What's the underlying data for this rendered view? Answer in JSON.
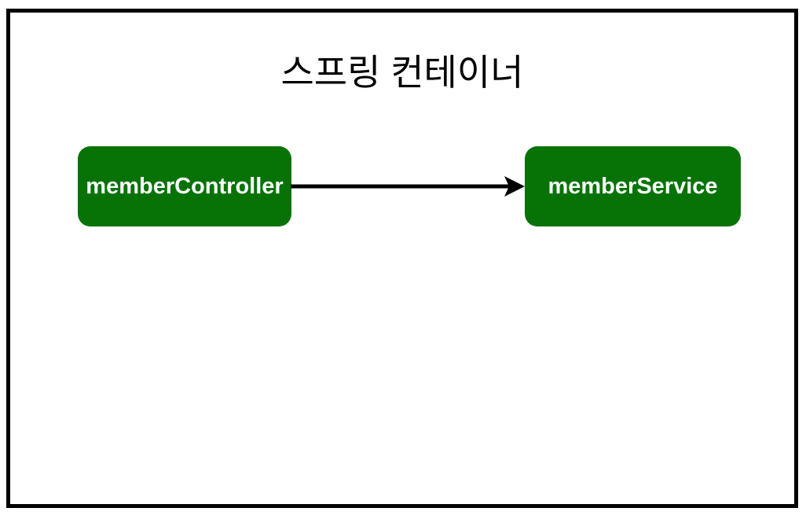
{
  "title": "스프링 컨테이너",
  "nodes": [
    {
      "id": "memberController",
      "label": "memberController"
    },
    {
      "id": "memberService",
      "label": "memberService"
    }
  ],
  "edges": [
    {
      "from": "memberController",
      "to": "memberService",
      "direction": "left-to-right",
      "style": "solid-arrow"
    }
  ],
  "colors": {
    "background": "#FFFFFF",
    "frame_border": "#000000",
    "title_text": "#000000",
    "node_fill": "#077307",
    "node_text": "#FFFFFF",
    "arrow": "#000000"
  }
}
